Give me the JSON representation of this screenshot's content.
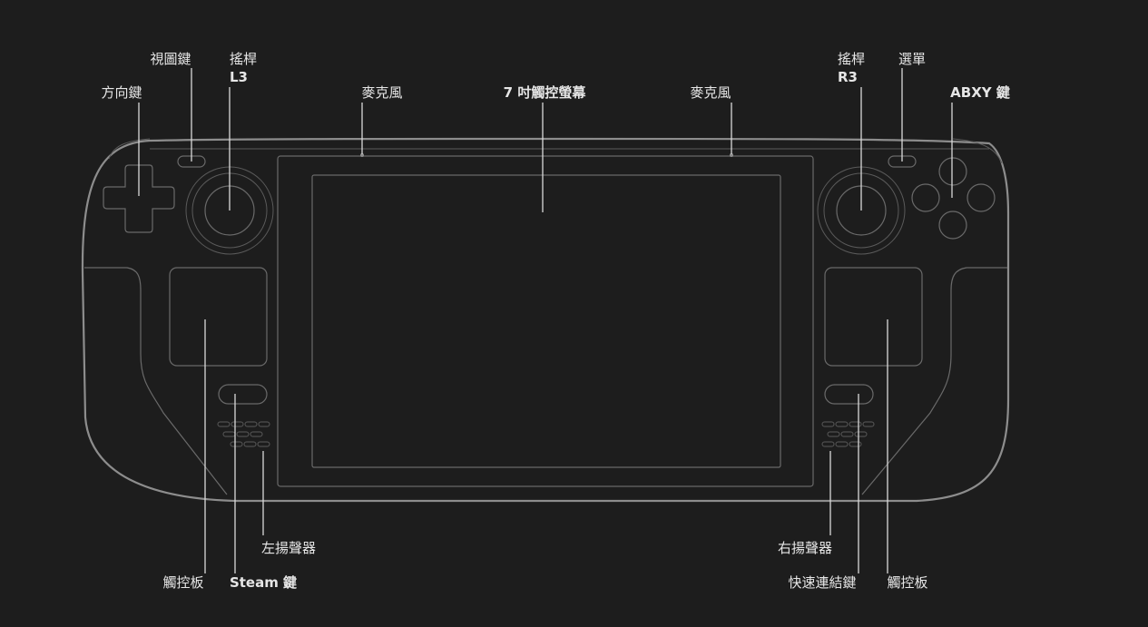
{
  "labels": {
    "dpad": "方向鍵",
    "view_button": "視圖鍵",
    "left_stick": "搖桿",
    "left_stick_code": "L3",
    "mic_left": "麥克風",
    "screen": "7 吋觸控螢幕",
    "mic_right": "麥克風",
    "right_stick": "搖桿",
    "right_stick_code": "R3",
    "menu_button": "選單",
    "abxy": "ABXY 鍵",
    "left_speaker": "左揚聲器",
    "left_trackpad": "觸控板",
    "steam_button": "Steam 鍵",
    "right_speaker": "右揚聲器",
    "quick_access": "快速連結鍵",
    "right_trackpad": "觸控板"
  },
  "colors": {
    "background": "#1d1d1d",
    "outline": "#8d8d8d",
    "part_stroke": "#6a6a6a",
    "leader": "#d9d9d9",
    "text": "#e6e6e6"
  }
}
